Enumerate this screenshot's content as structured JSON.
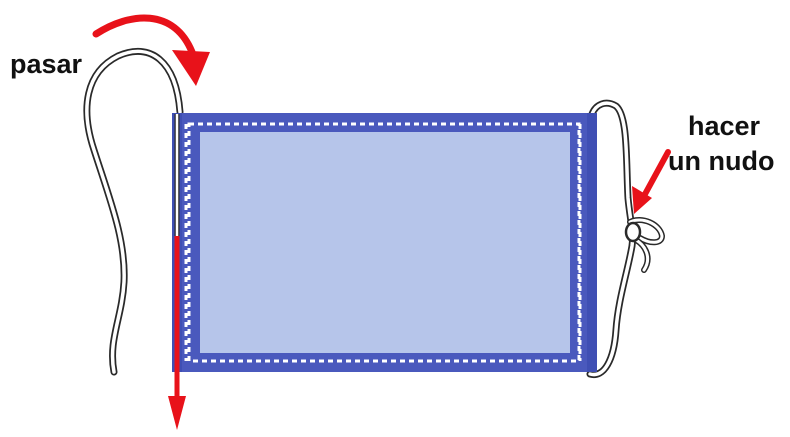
{
  "labels": {
    "pasar": "pasar",
    "hacer": "hacer",
    "un_nudo": "un nudo"
  },
  "colors": {
    "mask_border": "#4a59bd",
    "mask_fill": "#b6c5ea",
    "stitch": "#ffffff",
    "arrow": "#e8121a",
    "elastic_outline": "#2a2a2a",
    "background": "#ffffff"
  },
  "icons": [
    "curved-arrow-icon",
    "down-arrow-icon",
    "knot-arrow-icon"
  ]
}
